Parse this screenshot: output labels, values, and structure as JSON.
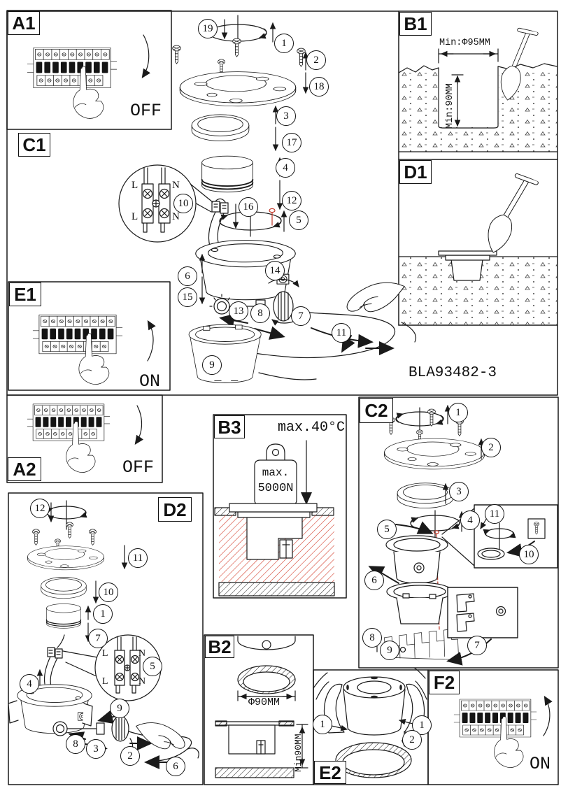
{
  "product_code": "BLA93482-3",
  "panels": {
    "a1": {
      "label": "A1",
      "status": "OFF"
    },
    "b1": {
      "label": "B1",
      "dim_width": "Min:Φ95MM",
      "dim_depth": "Min:90MM"
    },
    "c1": {
      "label": "C1",
      "steps": [
        "19",
        "1",
        "2",
        "18",
        "3",
        "17",
        "4",
        "12",
        "16",
        "5",
        "6",
        "15",
        "14",
        "13",
        "8",
        "7",
        "11",
        "9"
      ],
      "wiring": {
        "step": "10",
        "top_left": "L",
        "top_right": "N",
        "bottom_left": "L",
        "bottom_right": "N"
      }
    },
    "d1": {
      "label": "D1"
    },
    "e1": {
      "label": "E1",
      "status": "ON"
    },
    "a2": {
      "label": "A2",
      "status": "OFF"
    },
    "b3": {
      "label": "B3",
      "temp_limit": "max.40°C",
      "load_limit_line1": "max.",
      "load_limit_line2": "5000N"
    },
    "c2": {
      "label": "C2",
      "steps": [
        "1",
        "2",
        "3",
        "4",
        "5",
        "11",
        "10",
        "6",
        "8",
        "9",
        "7"
      ]
    },
    "d2": {
      "label": "D2",
      "steps": [
        "12",
        "11",
        "10",
        "1",
        "7",
        "4",
        "9",
        "8",
        "3",
        "2",
        "6"
      ],
      "wiring": {
        "step": "5",
        "top_left": "L",
        "top_right": "N",
        "bottom_left": "L",
        "bottom_right": "N"
      }
    },
    "b2": {
      "label": "B2",
      "dim_diameter": "Φ90MM",
      "dim_depth": "Min90MM"
    },
    "e2": {
      "label": "E2",
      "steps": [
        "1",
        "1",
        "2"
      ]
    },
    "f2": {
      "label": "F2",
      "status": "ON"
    }
  }
}
